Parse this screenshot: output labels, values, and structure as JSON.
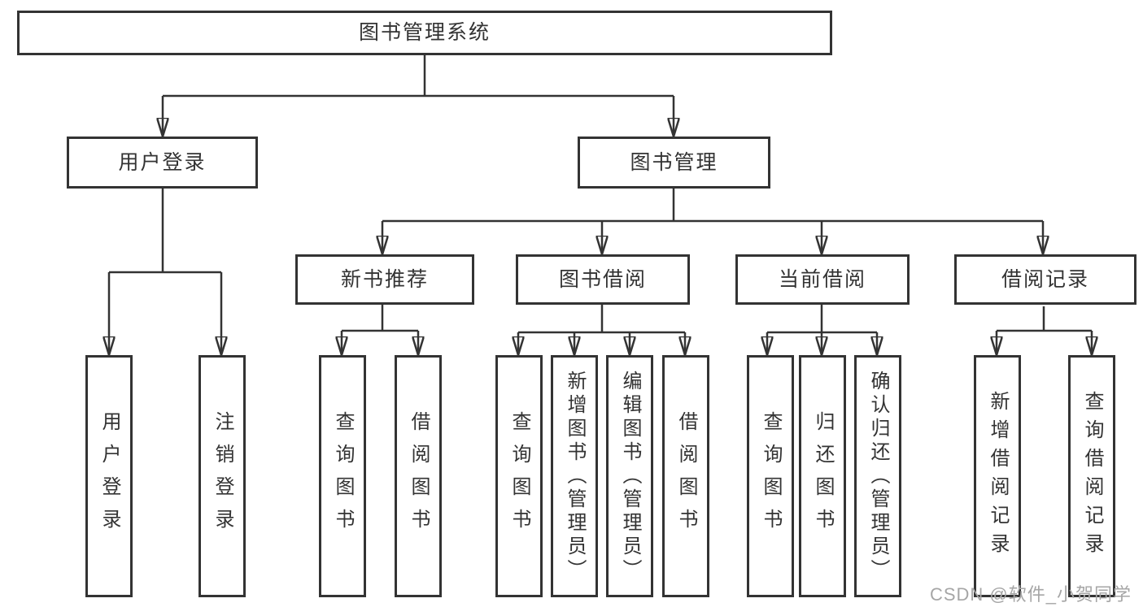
{
  "diagram": {
    "root": {
      "label": "图书管理系统"
    },
    "branches": [
      {
        "label": "用户登录",
        "children": [
          {
            "label": "用户登录"
          },
          {
            "label": "注销登录"
          }
        ]
      },
      {
        "label": "图书管理",
        "children": [
          {
            "label": "新书推荐",
            "children": [
              {
                "label": "查询图书"
              },
              {
                "label": "借阅图书"
              }
            ]
          },
          {
            "label": "图书借阅",
            "children": [
              {
                "label": "查询图书"
              },
              {
                "label": "新增图书（管理员）"
              },
              {
                "label": "编辑图书（管理员）"
              },
              {
                "label": "借阅图书"
              }
            ]
          },
          {
            "label": "当前借阅",
            "children": [
              {
                "label": "查询图书"
              },
              {
                "label": "归还图书"
              },
              {
                "label": "确认归还（管理员）"
              }
            ]
          },
          {
            "label": "借阅记录",
            "children": [
              {
                "label": "新增借阅记录"
              },
              {
                "label": "查询借阅记录"
              }
            ]
          }
        ]
      }
    ],
    "watermark": "CSDN @软件_小贺同学",
    "colors": {
      "line": "#333333",
      "text": "#333333",
      "watermark": "#a6a6a6",
      "background": "#ffffff"
    }
  }
}
